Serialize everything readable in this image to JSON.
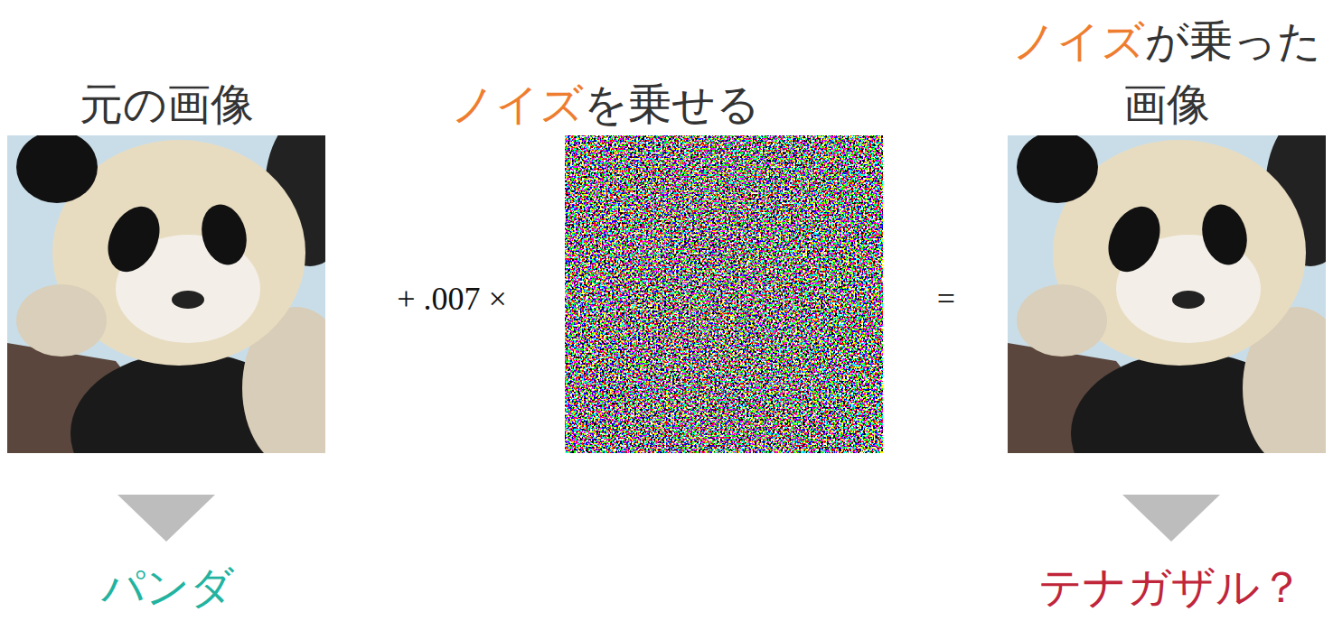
{
  "diagram": {
    "nodes": [
      {
        "text": [
          "元の画像"
        ]
      },
      {
        "text": [
          "ノイズを乗せる"
        ]
      },
      {
        "text": [
          "ノイズが乗った 画像"
        ]
      }
    ],
    "labels": [
      "+ .007 ×",
      "=",
      "パンダ",
      "テナガザル？"
    ]
  }
}
